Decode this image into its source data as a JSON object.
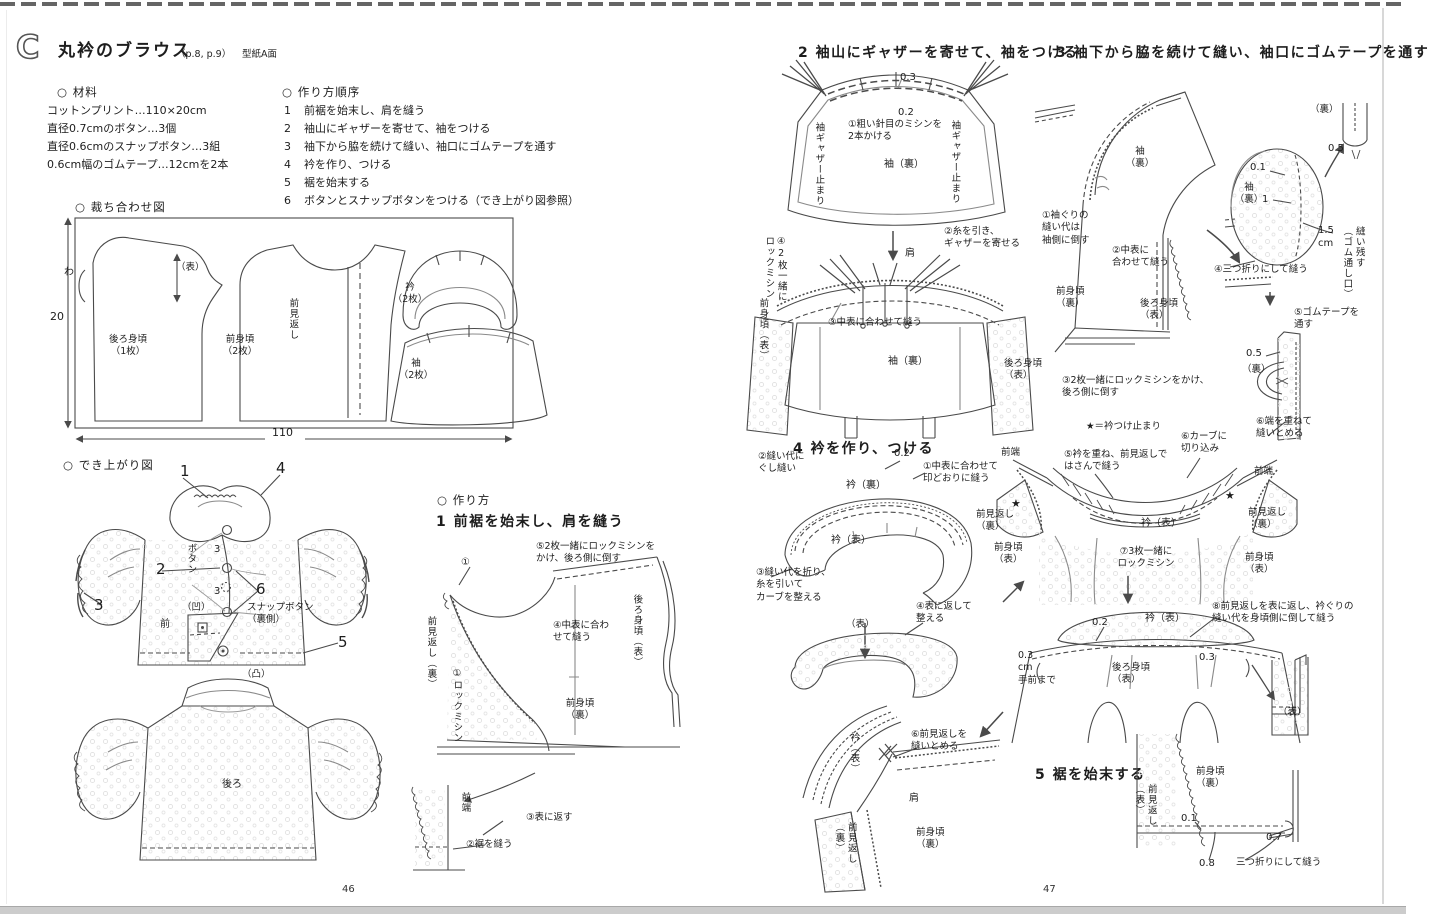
{
  "page_left": {
    "page_no": "46",
    "header": {
      "logo": "C",
      "title": "丸衿のブラウス",
      "ref": "（p.8, p.9）",
      "pattern": "型紙A面"
    },
    "materials": {
      "heading": "○ 材料",
      "items": [
        "コットンプリント…110×20cm",
        "直径0.7cmのボタン…3個",
        "直径0.6cmのスナップボタン…3組",
        "0.6cm幅のゴムテープ…12cmを2本"
      ]
    },
    "order": {
      "heading": "○ 作り方順序",
      "nums": [
        "1",
        "2",
        "3",
        "4",
        "5",
        "6"
      ],
      "steps": [
        "前裾を始末し、肩を縫う",
        "袖山にギャザーを寄せて、袖をつける",
        "袖下から脇を続けて縫い、袖口にゴムテープを通す",
        "衿を作り、つける",
        "裾を始末する",
        "ボタンとスナップボタンをつける（でき上がり図参照）"
      ]
    },
    "cutting": {
      "heading": "○ 裁ち合わせ図",
      "fold": "わ",
      "height": "20",
      "width": "110",
      "grain": "（表）",
      "back": "後ろ身頃\n（1枚）",
      "front": "前身頃\n（2枚）",
      "facing": "前見返し",
      "collar": "衿\n（2枚）",
      "sleeve": "袖\n（2枚）"
    },
    "finished": {
      "heading": "○ でき上がり図",
      "n1": "1",
      "n2": "2",
      "n3": "3",
      "n4": "4",
      "n5": "5",
      "n6": "6",
      "button": "ボタン",
      "cnt_a": "3",
      "cnt_b": "3",
      "concave": "（凹）",
      "front": "前",
      "snap": "スナップボタン\n（裏側）",
      "convex": "（凸）",
      "back": "後ろ"
    },
    "howto": {
      "heading": "○ 作り方",
      "step1": "1 前裾を始末し、肩を縫う",
      "l5": "⑤2枚一緒にロックミシンを\nかけ、後ろ側に倒す",
      "c1": "①",
      "l4": "④中表に合わ\nせて縫う",
      "facing": "前見返し（裏）",
      "back_body": "後ろ身頃（表）",
      "lock": "①ロックミシン",
      "front_body": "前身頃\n（裏）",
      "front_edge": "前端",
      "l3": "③表に返す",
      "l2": "②裾を縫う"
    }
  },
  "page_right": {
    "page_no": "47",
    "s2": {
      "title": "2 袖山にギャザーを寄せて、袖をつける",
      "d03": "0.3",
      "d02": "0.2",
      "l1": "①粗い針目のミシンを\n2本かける",
      "stop_l": "袖ギャザー止まり",
      "stop_r": "袖ギャザー止まり",
      "sleeve_top": "袖（裏）",
      "l2": "②糸を引き、\nギャザーを寄せる",
      "shoulder": "肩",
      "l4": "④2枚一緒に\nロックミシン",
      "l3": "③中表に合わせて縫う",
      "sleeve_bot": "袖（裏）",
      "front_body": "前身頃（表）",
      "back_body": "後ろ身頃\n（表）"
    },
    "s3": {
      "title": "3 袖下から脇を続けて縫い、袖口にゴムテープを通す",
      "sleeve": "袖\n（裏）",
      "l1": "①袖ぐりの\n縫い代は\n袖側に倒す",
      "l2": "②中表に\n合わせて縫う",
      "front_body": "前身頃\n（裏）",
      "back_body": "後ろ身頃\n（表）",
      "l3": "③2枚一緒にロックミシンをかけ、\n後ろ側に倒す",
      "ura_top": "（裏）",
      "d05_top": "0.5",
      "d01": "0.1",
      "cuff_sleeve": "袖\n（裏）",
      "one": "1",
      "remain_num": "1.5\ncm",
      "remain": "縫い残す\n（ゴム通し口）",
      "l4": "④三つ折りにして縫う",
      "l5": "⑤ゴムテープを\n通す",
      "d05_mid": "0.5",
      "ura_mid": "（裏）",
      "l6": "⑥端を重ねて\n縫いとめる"
    },
    "s4": {
      "title": "4 衿を作り、つける",
      "l2": "②縫い代に\nぐし縫い",
      "d02": "0.2",
      "l1": "①中表に合わせて\n印どおりに縫う",
      "collar_ura": "衿（裏）",
      "collar_omote": "衿（表）",
      "l3": "③縫い代を折り、\n糸を引いて\nカーブを整える",
      "l4b": "④表に返して\n整える",
      "omote": "（表）",
      "star_note": "★＝衿つけ止まり",
      "l6cut": "⑥カーブに\n切り込み",
      "l5": "⑤衿を重ね、前見返しで\nはさんで縫う",
      "edge_l": "前端",
      "edge_r": "前端",
      "star_l": "★",
      "star_r": "★",
      "facing_l": "前見返し\n（裏）",
      "facing_r": "前見返し\n（裏）",
      "collar_omote2": "衿（表）",
      "l7": "⑦3枚一緒に\nロックミシン",
      "body_l": "前身頃\n（表）",
      "body_r": "前身頃\n（表）",
      "l8": "⑧前見返しを表に返し、衿ぐりの\n縫い代を身頃側に倒して縫う",
      "d02b": "0.2",
      "collar_omote3": "衿（表）",
      "margin": "0.3\ncm\n手前まで",
      "back_body": "後ろ身頃\n（表）",
      "d03": "0.3",
      "inset_omote": "（表）",
      "tack_collar": "衿（表）",
      "l6tack": "⑥前見返しを\n縫いとめる",
      "shoulder": "肩",
      "tack_facing": "前見返し\n（裏）",
      "tack_body": "前身頃\n（裏）"
    },
    "s5": {
      "title": "5 裾を始末する",
      "body": "前身頃\n（裏）",
      "facing": "前見返し\n（表）",
      "d01": "0.1",
      "d07": "0.7",
      "d08": "0.8",
      "fold": "三つ折りにして縫う"
    }
  }
}
